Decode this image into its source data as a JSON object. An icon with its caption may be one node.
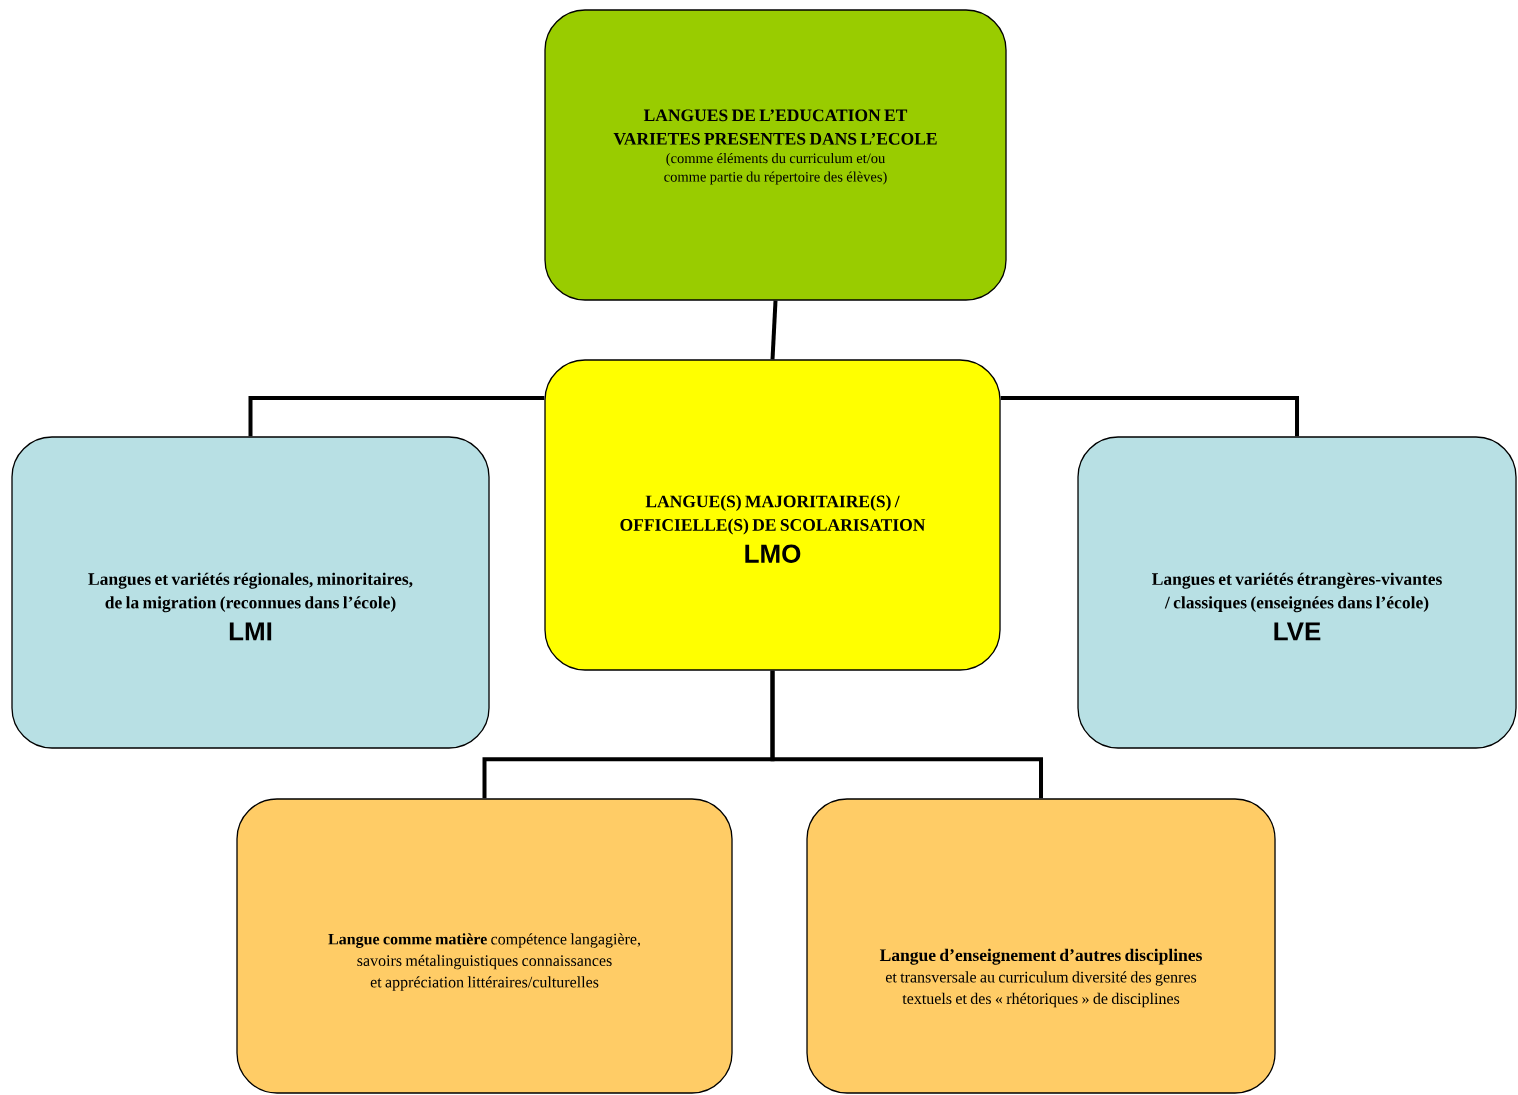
{
  "diagram": {
    "nodes": [
      {
        "text": [
          "LANGUES DE L’EDUCATION ET VARIETES PRESENTES DANS L’ECOLE",
          "(comme éléments du curriculum et/ou comme partie du répertoire des élèves)"
        ]
      },
      {
        "text": [
          "Langues et variétés régionales, minoritaires, de la migration (reconnues dans l’école)",
          "LMI"
        ]
      },
      {
        "text": [
          "LANGUE(S) MAJORITAIRE(S) / OFFICIELLE(S) DE SCOLARISATION",
          "LMO"
        ]
      },
      {
        "text": [
          "Langues et variétés étrangères-vivantes / classiques (enseignées dans l’école)",
          "LVE"
        ]
      },
      {
        "text": [
          "**Langue comme matière** compétence langagière, savoirs métalinguistiques connaissances et appréciation littéraires/culturelles"
        ]
      },
      {
        "text": [
          "Langue d’enseignement d’autres disciplines",
          "et transversale au curriculum diversité des genres textuels et des « rhétoriques » de disciplines"
        ]
      }
    ],
    "edges": [
      {
        "from": 0,
        "to": 2,
        "arrow": "none"
      },
      {
        "from": 2,
        "to": 1,
        "arrow": "none"
      },
      {
        "from": 2,
        "to": 3,
        "arrow": "none"
      },
      {
        "from": 2,
        "to": 4,
        "arrow": "none"
      },
      {
        "from": 2,
        "to": 5,
        "arrow": "none"
      }
    ]
  }
}
